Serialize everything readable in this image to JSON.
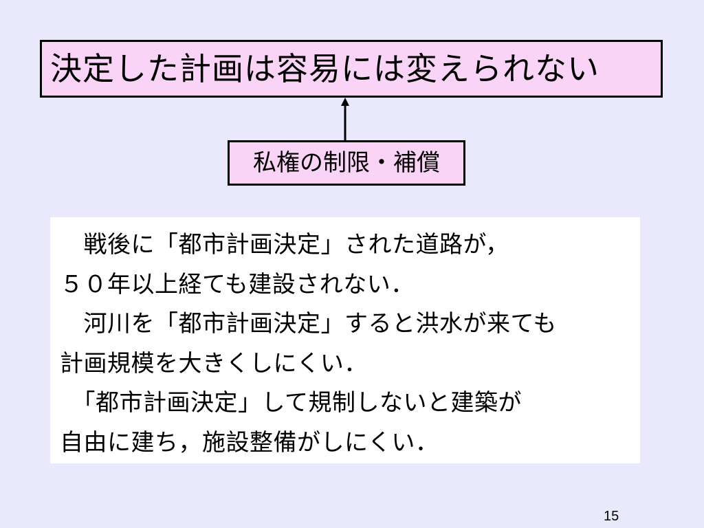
{
  "slide": {
    "title": "決定した計画は容易には変えられない",
    "subheading": "私権の制限・補償",
    "body_lines": [
      "　戦後に「都市計画決定」された道路が，",
      "５０年以上経ても建設されない．",
      "　河川を「都市計画決定」すると洪水が来ても",
      "計画規模を大きくしにくい．",
      "　「都市計画決定」して規制しないと建築が",
      "自由に建ち，施設整備がしにくい．"
    ],
    "page_number": "15"
  },
  "colors": {
    "background": "#e9e9fb",
    "highlight_box": "#fad4f6",
    "content_box": "#ffffff",
    "border": "#000000"
  },
  "icons": {
    "arrow": "up-arrow-icon"
  }
}
